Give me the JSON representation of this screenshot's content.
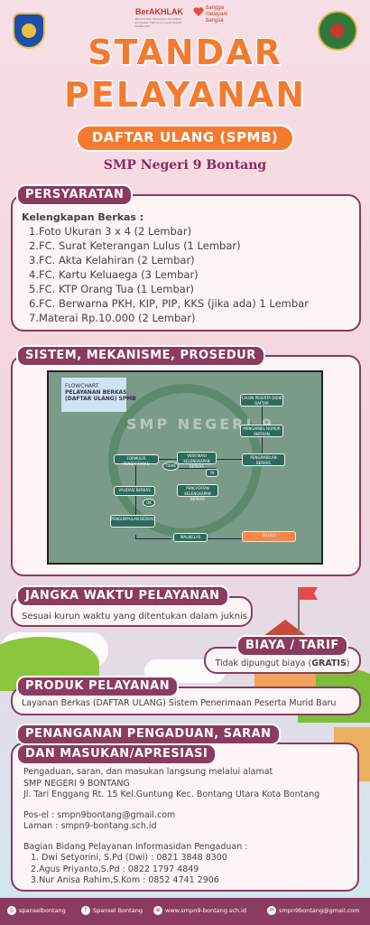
{
  "header": {
    "berakhlak": "BerAKHLAK",
    "berakhlak_sub": "Berorientasi Pelayanan Akuntabel Kompeten Harmonis Loyal Adaptif Kolaboratif",
    "bangga": [
      "bangga",
      "melayani",
      "bangsa"
    ],
    "title_line1": "STANDAR",
    "title_line2": "PELAYANAN",
    "subtitle": "DAFTAR ULANG (SPMB)",
    "school": "SMP Negeri 9 Bontang"
  },
  "persyaratan": {
    "tag": "PERSYARATAN",
    "heading": "Kelengkapan Berkas :",
    "items": [
      "Foto Ukuran 3 x 4 (2 Lembar)",
      "FC. Surat Keterangan Lulus (1 Lembar)",
      "FC. Akta Kelahiran (2 Lembar)",
      "FC. Kartu Keluaega (3 Lembar)",
      "FC. KTP Orang Tua (1 Lembar)",
      "FC. Berwarna PKH, KIP, PIP, KKS (jika ada) 1 Lembar",
      "Materai Rp.10.000 (2 Lembar)"
    ]
  },
  "sistem": {
    "tag": "SISTEM, MEKANISME, PROSEDUR",
    "flow_title": [
      "FLOWCHART",
      "PELAYANAN BERKAS",
      "(DAFTAR ULANG) SPMB"
    ],
    "watermark": "SMP NEGERI 9",
    "nodes": {
      "calon": "CALON PESERTA DIDIK DAFTAR",
      "antrian": "MENGAMBIL NOMOR ANTRIAN",
      "formulir": "FORMULIR PENDAFTARAN",
      "verifikasi": "VERIFIKASI KELENGKAPAN BERKAS",
      "pengambilan": "PENGAMBILAN BERKAS",
      "tidak": "TIDAK",
      "ya": "YA",
      "validasi": "VALIDASI BERKAS",
      "pencatatan": "PENCATATAN KELENGKAPAN BERKAS",
      "ok": "OK",
      "pengumpulan": "PENGUMPULAN BERKAS",
      "walikelas": "WALIKELAS",
      "selesai": "SELESAI"
    }
  },
  "jangka": {
    "tag": "JANGKA WAKTU PELAYANAN",
    "desc": "Sesuai kurun waktu yang ditentukan dalam juknis"
  },
  "biaya": {
    "tag": "BIAYA / TARIF",
    "desc_prefix": "Tidak dipungut biaya (",
    "desc_bold": "GRATIS",
    "desc_suffix": ")"
  },
  "produk": {
    "tag": "PRODUK PELAYANAN",
    "desc": "Layanan Berkas (DAFTAR ULANG) Sistem Penerimaan Peserta Murid Baru"
  },
  "pengaduan": {
    "tag_line1": "PENANGANAN PENGADUAN, SARAN",
    "tag_line2": "DAN MASUKAN/APRESIASI",
    "intro": "Pengaduan, saran, dan masukan langsung melalui alamat",
    "school": "SMP NEGERI 9 BONTANG",
    "address": "Jl. Tari Enggang Rt. 15 Kel.Guntung Kec. Bontang Utara Kota Bontang",
    "email": "Pos-el : smpn9bontang@gmail.com",
    "website": "Laman : smpn9-bontang.sch.id",
    "bidang": "Bagian Bidang Pelayanan Informasidan Pengaduan :",
    "contacts": [
      "1. Dwi Setyorini, S.Pd (Dwi) : 0821 3848 8300",
      "2.Agus Priyanto,S.Pd : 0822 1797 4849",
      "3.Nur Anisa Rahim,S.Kom : 0852 4741 2906"
    ]
  },
  "footer": {
    "instagram": "spanselbontang",
    "facebook": "Spansel Bontang",
    "web": "www.smpn9-bontang.sch.id",
    "email": "smpn9bontang@gmail.com"
  },
  "colors": {
    "accent_orange": "#f47a2f",
    "brand_maroon": "#8b3b5f",
    "flow_green": "#2f6b5c"
  }
}
